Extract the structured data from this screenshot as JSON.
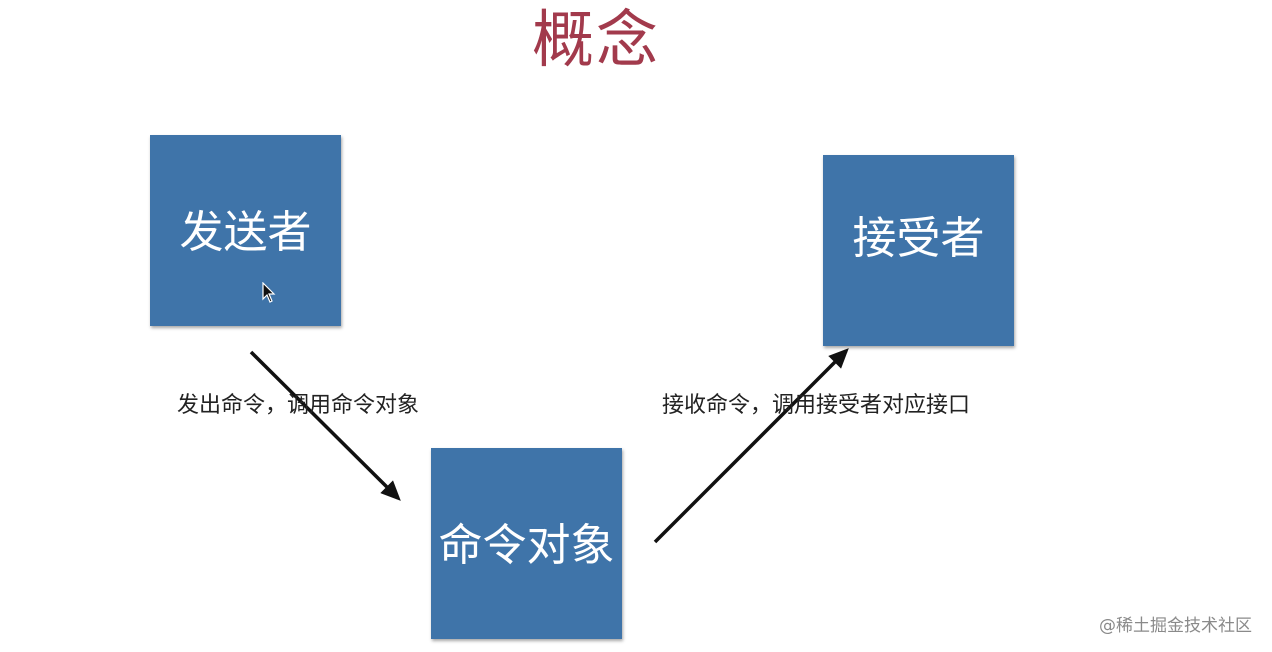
{
  "title": "概念",
  "nodes": {
    "sender": "发送者",
    "receiver": "接受者",
    "command_object": "命令对象"
  },
  "edges": {
    "sender_to_command": "发出命令，调用命令对象",
    "command_to_receiver": "接收命令，调用接受者对应接口"
  },
  "watermark": "@稀土掘金技术社区",
  "colors": {
    "title": "#a23a4c",
    "node_fill": "#3f74a9",
    "node_text": "#ffffff",
    "arrow": "#111111"
  },
  "icons": {
    "cursor": "mouse-pointer-icon"
  }
}
